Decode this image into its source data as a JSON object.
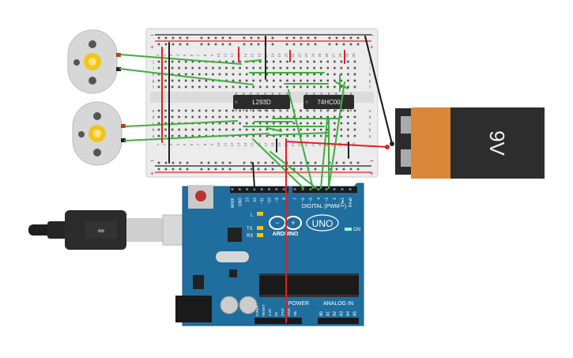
{
  "breadboard": {
    "columns": [
      "1",
      "2",
      "3",
      "4",
      "5",
      "6",
      "7",
      "8",
      "9",
      "10",
      "11",
      "12",
      "13",
      "14",
      "15",
      "16",
      "17",
      "18",
      "19",
      "20",
      "21",
      "22",
      "23",
      "24",
      "25",
      "26",
      "27",
      "28",
      "29",
      "30"
    ],
    "rows_top": [
      "j",
      "i",
      "h",
      "g",
      "f"
    ],
    "rows_bottom": [
      "e",
      "d",
      "c",
      "b",
      "a"
    ],
    "plus": "+",
    "minus": "−"
  },
  "chips": {
    "driver": "L293D",
    "logic": "74HC00"
  },
  "battery": {
    "label": "9V"
  },
  "arduino": {
    "brand": "ARDUINO",
    "model": "UNO",
    "digital_label": "DIGITAL (PWM ~)",
    "power_label": "POWER",
    "analog_label": "ANALOG IN",
    "on_label": "ON",
    "l_label": "L",
    "tx_label": "TX",
    "rx_label": "RX",
    "digital_pins": [
      "AREF",
      "GND",
      "13",
      "12",
      "~11",
      "~10",
      "~9",
      "8",
      "7",
      "~6",
      "~5",
      "4",
      "~3",
      "2",
      "TX▸1",
      "RX◂0"
    ],
    "power_pins": [
      "IOREF",
      "RESET",
      "3.3V",
      "5V",
      "GND",
      "GND",
      "Vin"
    ],
    "analog_pins": [
      "A0",
      "A1",
      "A2",
      "A3",
      "A4",
      "A5"
    ]
  },
  "colors": {
    "wire_green": "#3fae3f",
    "wire_red": "#e02020",
    "wire_black": "#222222",
    "board_blue": "#1f6e9e",
    "breadboard": "#efefef",
    "battery_orange": "#d9883a"
  }
}
